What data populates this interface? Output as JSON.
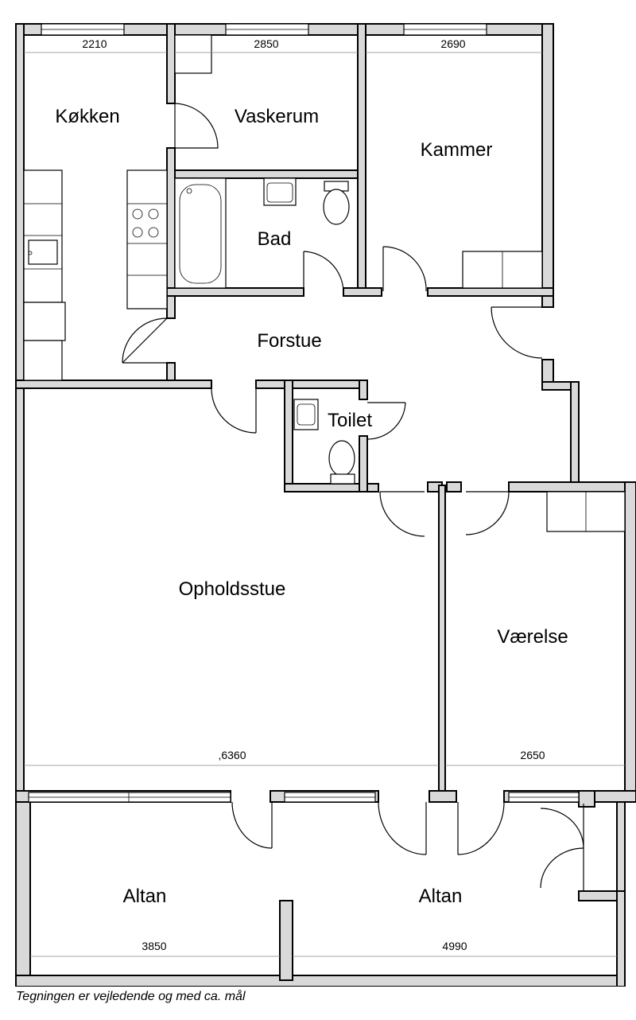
{
  "rooms": {
    "kokken": "Køkken",
    "vaskerum": "Vaskerum",
    "kammer": "Kammer",
    "bad": "Bad",
    "forstue": "Forstue",
    "toilet": "Toilet",
    "opholdsstue": "Opholdsstue",
    "vaerelse": "Værelse",
    "altan_left": "Altan",
    "altan_right": "Altan"
  },
  "dimensions": {
    "kokken": "2210",
    "vaskerum": "2850",
    "kammer": "2690",
    "opholdsstue": ",6360",
    "vaerelse": "2650",
    "altan_left": "3850",
    "altan_right": "4990"
  },
  "caption": "Tegningen er vejledende og med ca. mål"
}
